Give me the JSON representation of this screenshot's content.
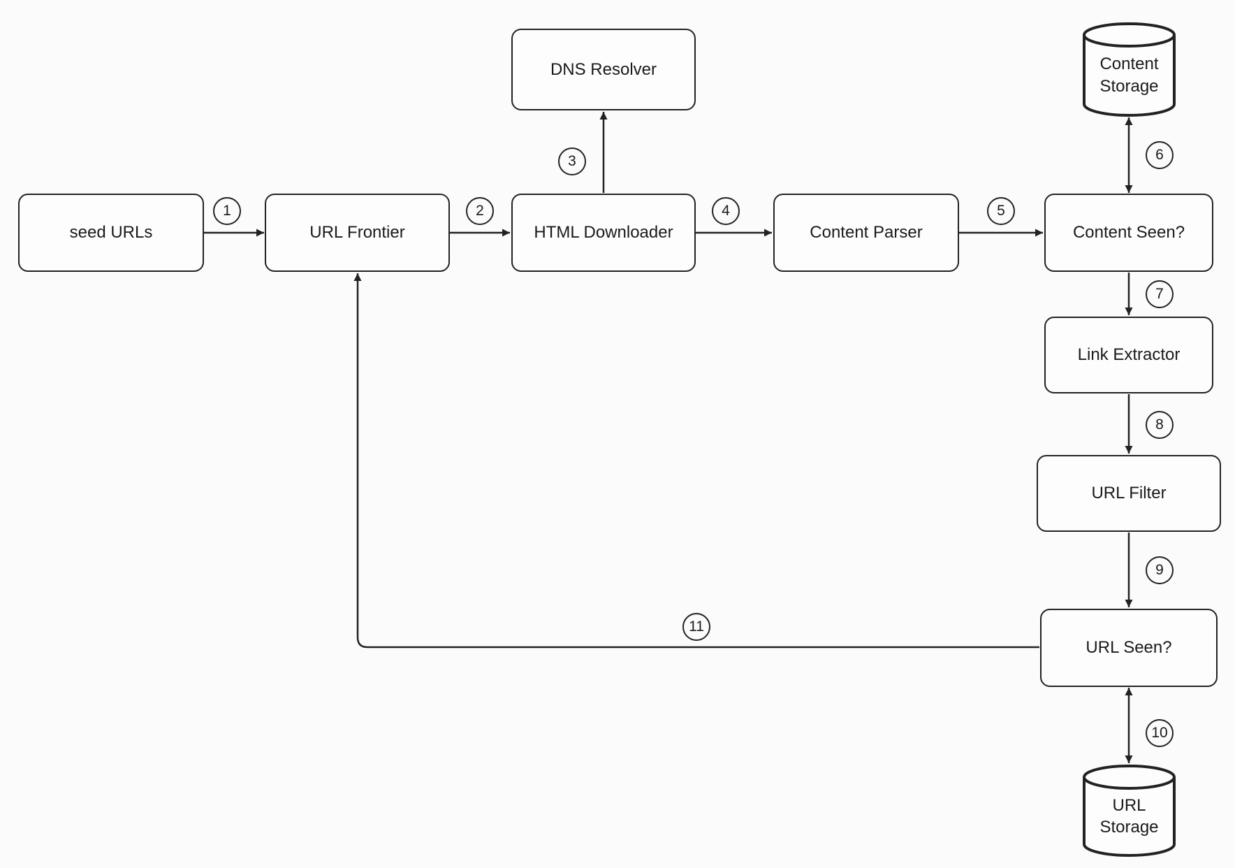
{
  "nodes": {
    "seed_urls": "seed URLs",
    "url_frontier": "URL Frontier",
    "html_downloader": "HTML Downloader",
    "dns_resolver": "DNS Resolver",
    "content_parser": "Content Parser",
    "content_seen": "Content Seen?",
    "content_storage": "Content\nStorage",
    "link_extractor": "Link Extractor",
    "url_filter": "URL Filter",
    "url_seen": "URL Seen?",
    "url_storage": "URL\nStorage"
  },
  "steps": [
    "1",
    "2",
    "3",
    "4",
    "5",
    "6",
    "7",
    "8",
    "9",
    "10",
    "11"
  ],
  "colors": {
    "stroke": "#222222",
    "box_fill": "#fdfdfd",
    "background": "#fbfbfb"
  }
}
